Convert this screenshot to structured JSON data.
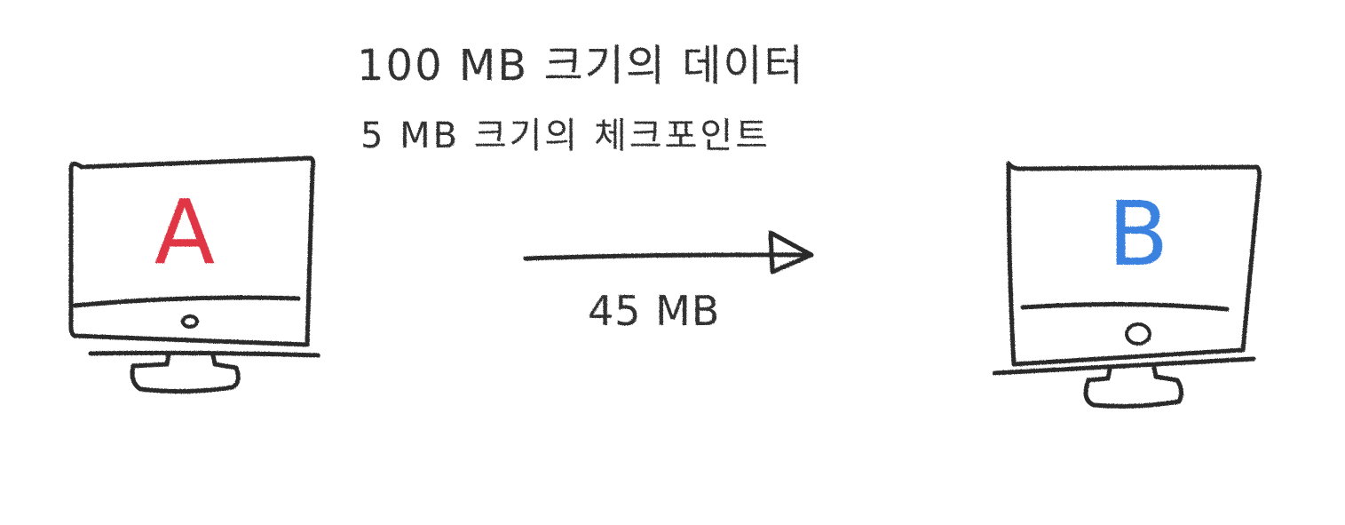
{
  "diagram": {
    "description_line1": "100 MB 크기의 데이터",
    "description_line2": "5 MB 크기의 체크포인트",
    "transfer_label": "45 MB",
    "source_computer": {
      "label": "A",
      "color": "#e03545"
    },
    "target_computer": {
      "label": "B",
      "color": "#3a82e0"
    },
    "stroke_color": "#2b2b2b"
  }
}
